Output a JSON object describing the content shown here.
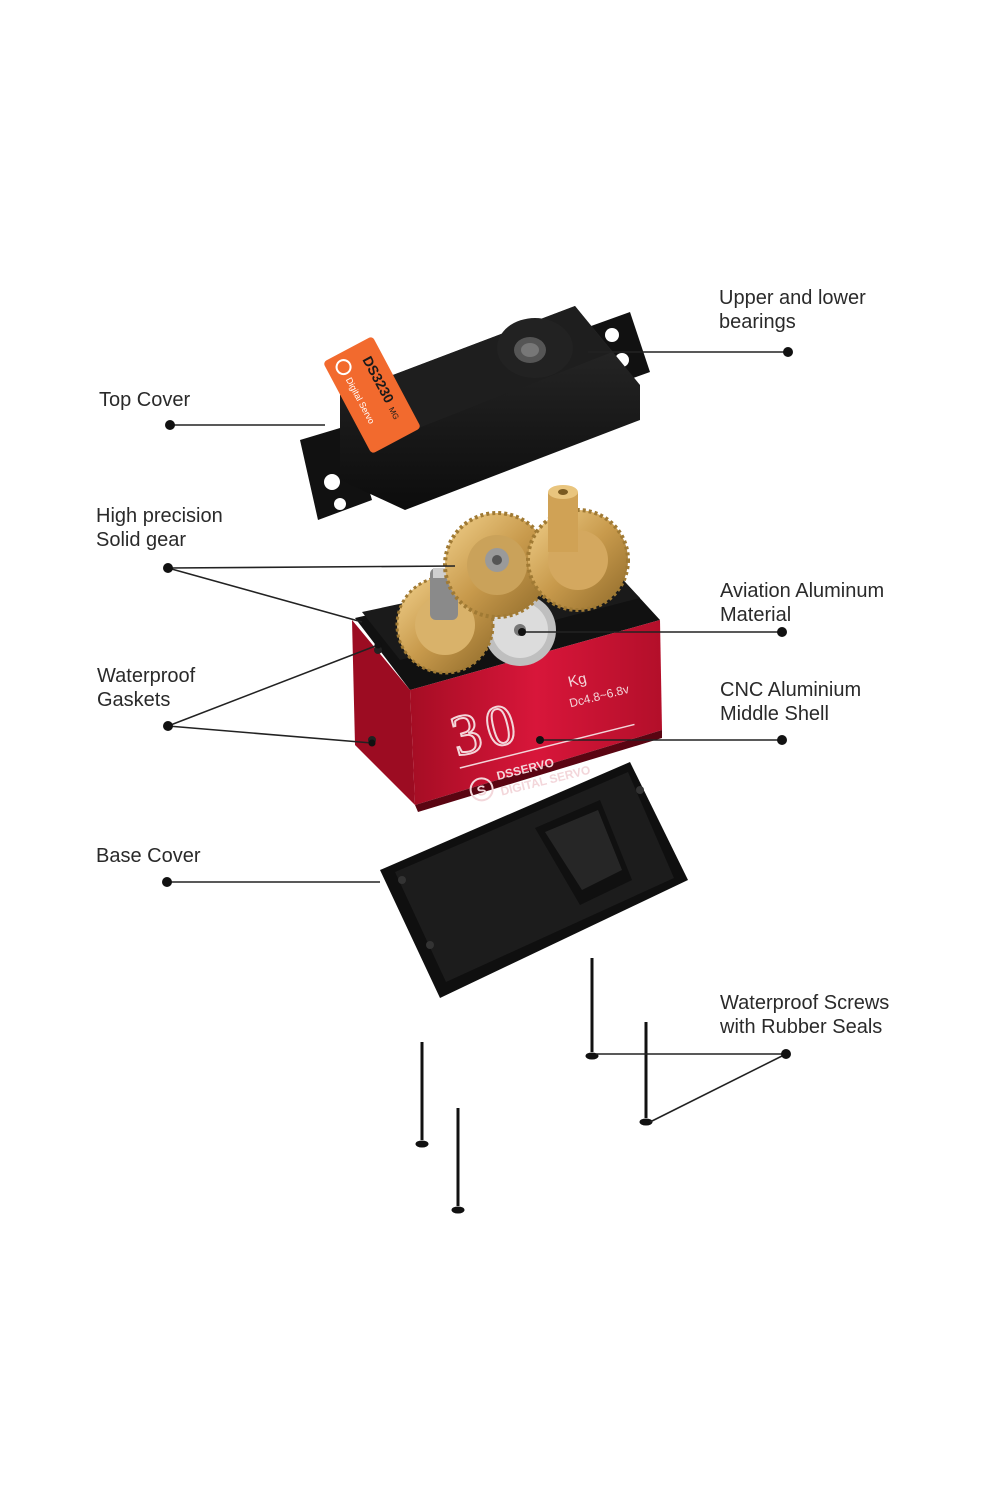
{
  "colors": {
    "background": "#ffffff",
    "label_text": "#2a2a2a",
    "leader_line": "#222222",
    "shell_red": "#c8102e",
    "gear_brass": "#c9a055",
    "cover_black": "#151515",
    "badge_orange": "#f26a2e"
  },
  "labels": {
    "upper_bearings": {
      "line1": "Upper and lower",
      "line2": "bearings"
    },
    "top_cover": {
      "line1": "Top Cover"
    },
    "solid_gear": {
      "line1": "High precision",
      "line2": "Solid gear"
    },
    "aluminum_material": {
      "line1": "Aviation Aluminum",
      "line2": "Material"
    },
    "gaskets": {
      "line1": "Waterproof",
      "line2": "Gaskets"
    },
    "middle_shell": {
      "line1": "CNC Aluminium",
      "line2": "Middle Shell"
    },
    "base_cover": {
      "line1": "Base Cover"
    },
    "screws": {
      "line1": "Waterproof Screws",
      "line2": "with Rubber Seals"
    }
  },
  "product_markings": {
    "model_badge": "DS3230",
    "badge_suffix": "MG",
    "badge_sub": "Digital Servo",
    "torque_value": "30",
    "torque_unit": "Kg",
    "voltage": "Dc4.8~6.8v",
    "brand": "DSSERVO",
    "product_type": "DIGITAL SERVO",
    "logo_letter": "S"
  }
}
